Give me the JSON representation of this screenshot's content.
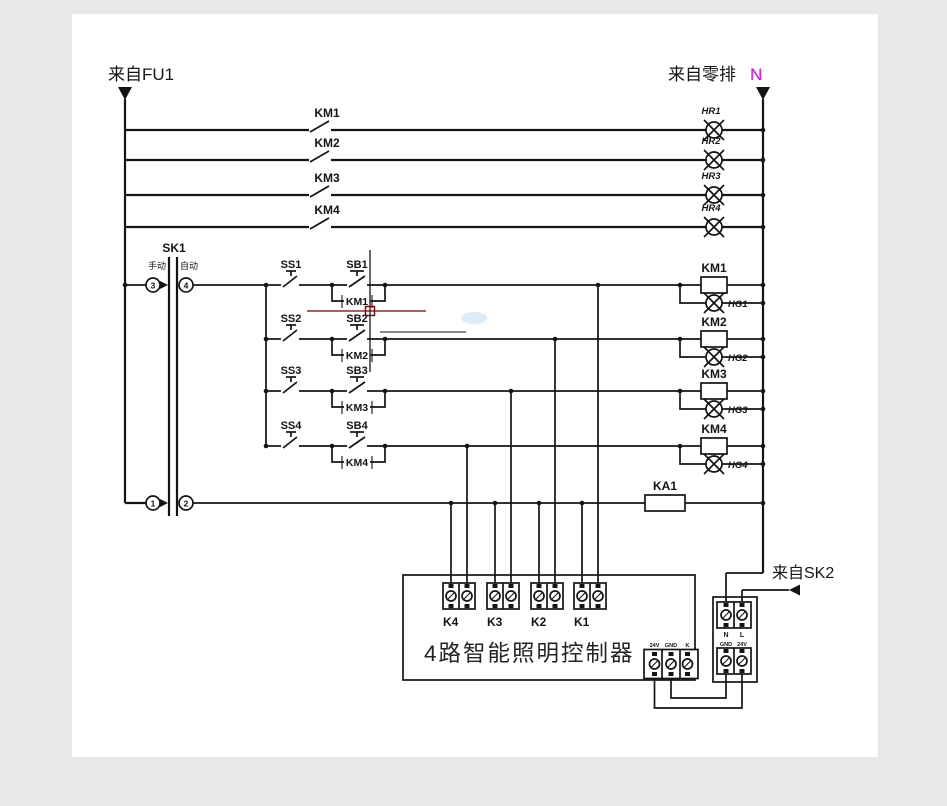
{
  "sources": {
    "left": "来自FU1",
    "neutral": "来自零排",
    "neutral_n": "N",
    "sk2": "来自SK2"
  },
  "feeders": [
    {
      "contact": "KM1",
      "lamp": "HR1"
    },
    {
      "contact": "KM2",
      "lamp": "HR2"
    },
    {
      "contact": "KM3",
      "lamp": "HR3"
    },
    {
      "contact": "KM4",
      "lamp": "HR4"
    }
  ],
  "sk1": {
    "label": "SK1",
    "mode_left": "手动",
    "mode_right": "自动",
    "t3": "3",
    "t4": "4",
    "t1": "1",
    "t2": "2"
  },
  "rows": [
    {
      "ss": "SS1",
      "sb": "SB1",
      "aux": "KM1",
      "coil": "KM1",
      "lamp": "HG1"
    },
    {
      "ss": "SS2",
      "sb": "SB2",
      "aux": "KM2",
      "coil": "KM2",
      "lamp": "HG2"
    },
    {
      "ss": "SS3",
      "sb": "SB3",
      "aux": "KM3",
      "coil": "KM3",
      "lamp": "HG3"
    },
    {
      "ss": "SS4",
      "sb": "SB4",
      "aux": "KM4",
      "coil": "KM4",
      "lamp": "HG4"
    }
  ],
  "relay": {
    "label": "KA1"
  },
  "controller": {
    "title": "4路智能照明控制器",
    "channels": [
      "K4",
      "K3",
      "K2",
      "K1"
    ],
    "aux_terminals": [
      "24V",
      "GND",
      "K"
    ]
  },
  "psu": {
    "ac": [
      "N",
      "L"
    ],
    "dc": [
      "GND",
      "24V"
    ]
  },
  "colors": {
    "neutral_text": "#e100e1",
    "crosshair_horizontal": "#7a0000",
    "crosshair_vertical": "#151515",
    "line": "#141414",
    "sheet": "#ffffff",
    "margin": "#e8e8e8"
  }
}
